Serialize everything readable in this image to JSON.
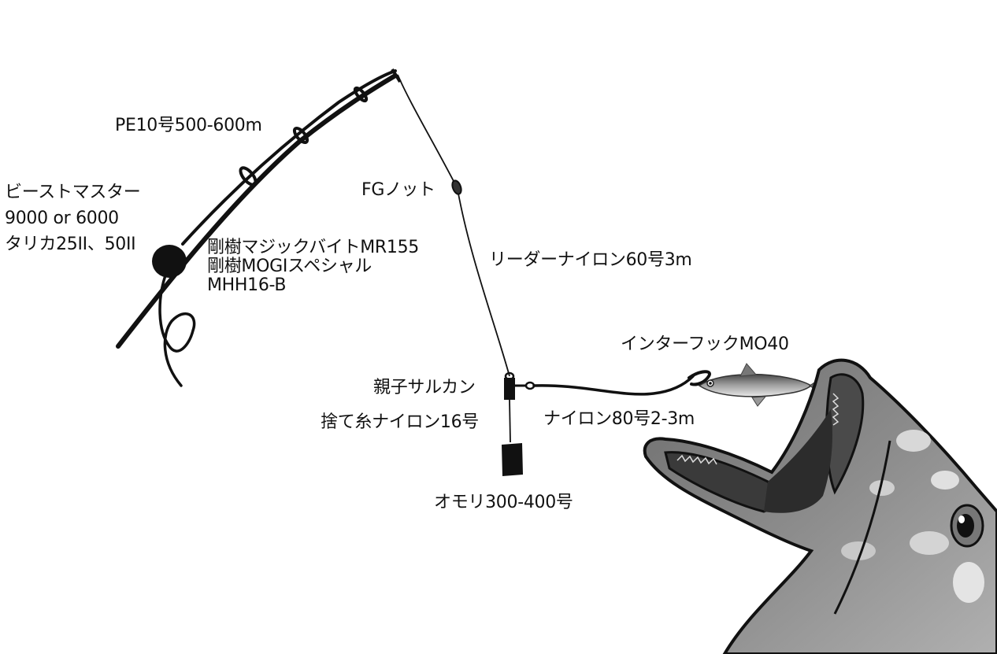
{
  "labels": {
    "main_line": "PE10号500-600m",
    "reel": [
      "ビーストマスター",
      "9000 or 6000",
      "タリカ25II、50II"
    ],
    "rod": [
      "剛樹マジックバイトMR155",
      "剛樹MOGIスペシャル",
      "MHH16-B"
    ],
    "knot": "FGノット",
    "leader": "リーダーナイロン60号3m",
    "hook": "インターフックMO40",
    "swivel": "親子サルカン",
    "sinker_line": "捨て糸ナイロン16号",
    "harris": "ナイロン80号2-3m",
    "sinker": "オモリ300-400号"
  },
  "icons": {
    "rod": "fishing-rod-icon",
    "reel": "reel-icon",
    "knot": "knot-icon",
    "swivel": "swivel-icon",
    "sinker": "sinker-icon",
    "hook": "hook-icon",
    "bait": "bait-fish-icon",
    "fish": "big-fish-icon"
  },
  "colors": {
    "ink": "#111111",
    "fish_dark": "#3c3c3c",
    "fish_mid": "#8a8a8a",
    "fish_light": "#d6d6d6"
  }
}
